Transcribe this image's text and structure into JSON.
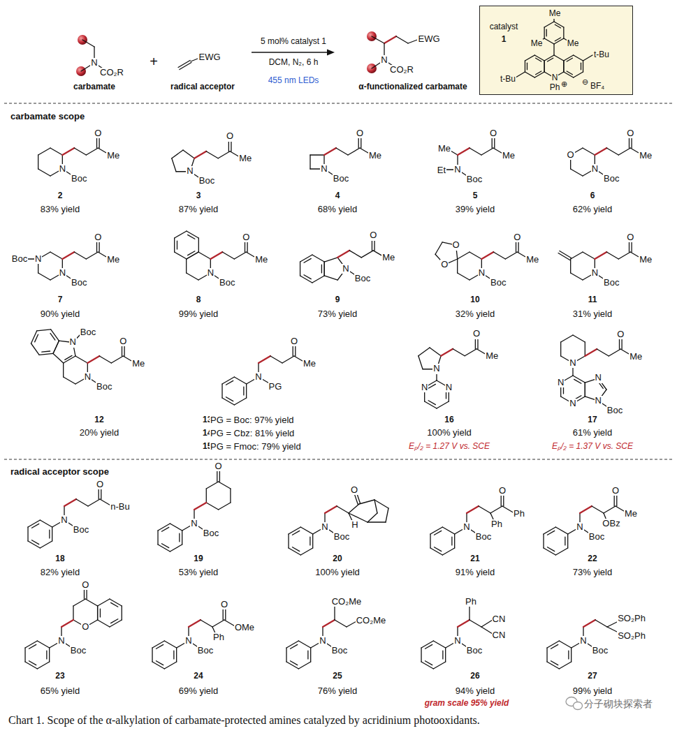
{
  "diagram": {
    "caption": "Chart 1. Scope of the α-alkylation of carbamate-protected amines catalyzed by acridinium photooxidants.",
    "nodes": [
      {
        "text": [
          "catalyst",
          "1",
          "Me",
          "Me",
          "Me",
          "t-Bu",
          "t-Bu",
          "N",
          "⊕",
          "Ph",
          "⊖",
          "BF₄"
        ]
      }
    ],
    "labels": [
      "N",
      "CO₂R",
      "carbamate",
      "+",
      "EWG",
      "radical acceptor",
      "5 mol% catalyst 1",
      "DCM, N₂, 6 h",
      "455 nm LEDs",
      "EWG",
      "N",
      "CO₂R",
      "α-functionalized carbamate",
      "carbamate scope",
      "N",
      "Boc",
      "O",
      "Me",
      "2",
      "83% yield",
      "N",
      "Boc",
      "O",
      "Me",
      "3",
      "87% yield",
      "N",
      "Boc",
      "O",
      "Me",
      "4",
      "68% yield",
      "Me",
      "Et",
      "N",
      "Boc",
      "O",
      "Me",
      "5",
      "39% yield",
      "O",
      "N",
      "Boc",
      "O",
      "Me",
      "6",
      "62% yield",
      "Boc",
      "N",
      "N",
      "Boc",
      "O",
      "Me",
      "7",
      "90% yield",
      "N",
      "Boc",
      "O",
      "Me",
      "8",
      "99% yield",
      "N",
      "Boc",
      "O",
      "Me",
      "9",
      "73% yield",
      "O",
      "O",
      "N",
      "Boc",
      "O",
      "Me",
      "10",
      "32% yield",
      "N",
      "Boc",
      "O",
      "Me",
      "11",
      "31% yield",
      "N",
      "Boc",
      "N",
      "Boc",
      "O",
      "Me",
      "12",
      "20% yield",
      "N",
      "PG",
      "O",
      "Me",
      "13",
      "PG = Boc: 97% yield",
      "14",
      "PG = Cbz: 81% yield",
      "15",
      "PG = Fmoc: 79% yield",
      "N",
      "N",
      "N",
      "O",
      "Me",
      "16",
      "100% yield",
      "Eₚ/₂ = 1.27 V vs. SCE",
      "N",
      "N",
      "N",
      "N",
      "N",
      "Boc",
      "O",
      "Me",
      "17",
      "61% yield",
      "Eₚ/₂ = 1.37 V vs. SCE",
      "radical acceptor scope",
      "N",
      "Boc",
      "O",
      "n-Bu",
      "18",
      "82% yield",
      "N",
      "Boc",
      "O",
      "19",
      "53% yield",
      "N",
      "Boc",
      "O",
      "H",
      "20",
      "100% yield",
      "N",
      "Boc",
      "Ph",
      "O",
      "Ph",
      "21",
      "91% yield",
      "N",
      "Boc",
      "OBz",
      "O",
      "Me",
      "22",
      "73% yield",
      "N",
      "Boc",
      "O",
      "O",
      "23",
      "65% yield",
      "N",
      "Boc",
      "Ph",
      "O",
      "OMe",
      "24",
      "69% yield",
      "N",
      "Boc",
      "CO₂Me",
      "CO₂Me",
      "25",
      "76% yield",
      "N",
      "Boc",
      "Ph",
      "CN",
      "CN",
      "26",
      "94% yield",
      "gram scale 95% yield",
      "N",
      "Boc",
      "SO₂Ph",
      "SO₂Ph",
      "27",
      "99% yield",
      "分子砌块探索者"
    ]
  }
}
